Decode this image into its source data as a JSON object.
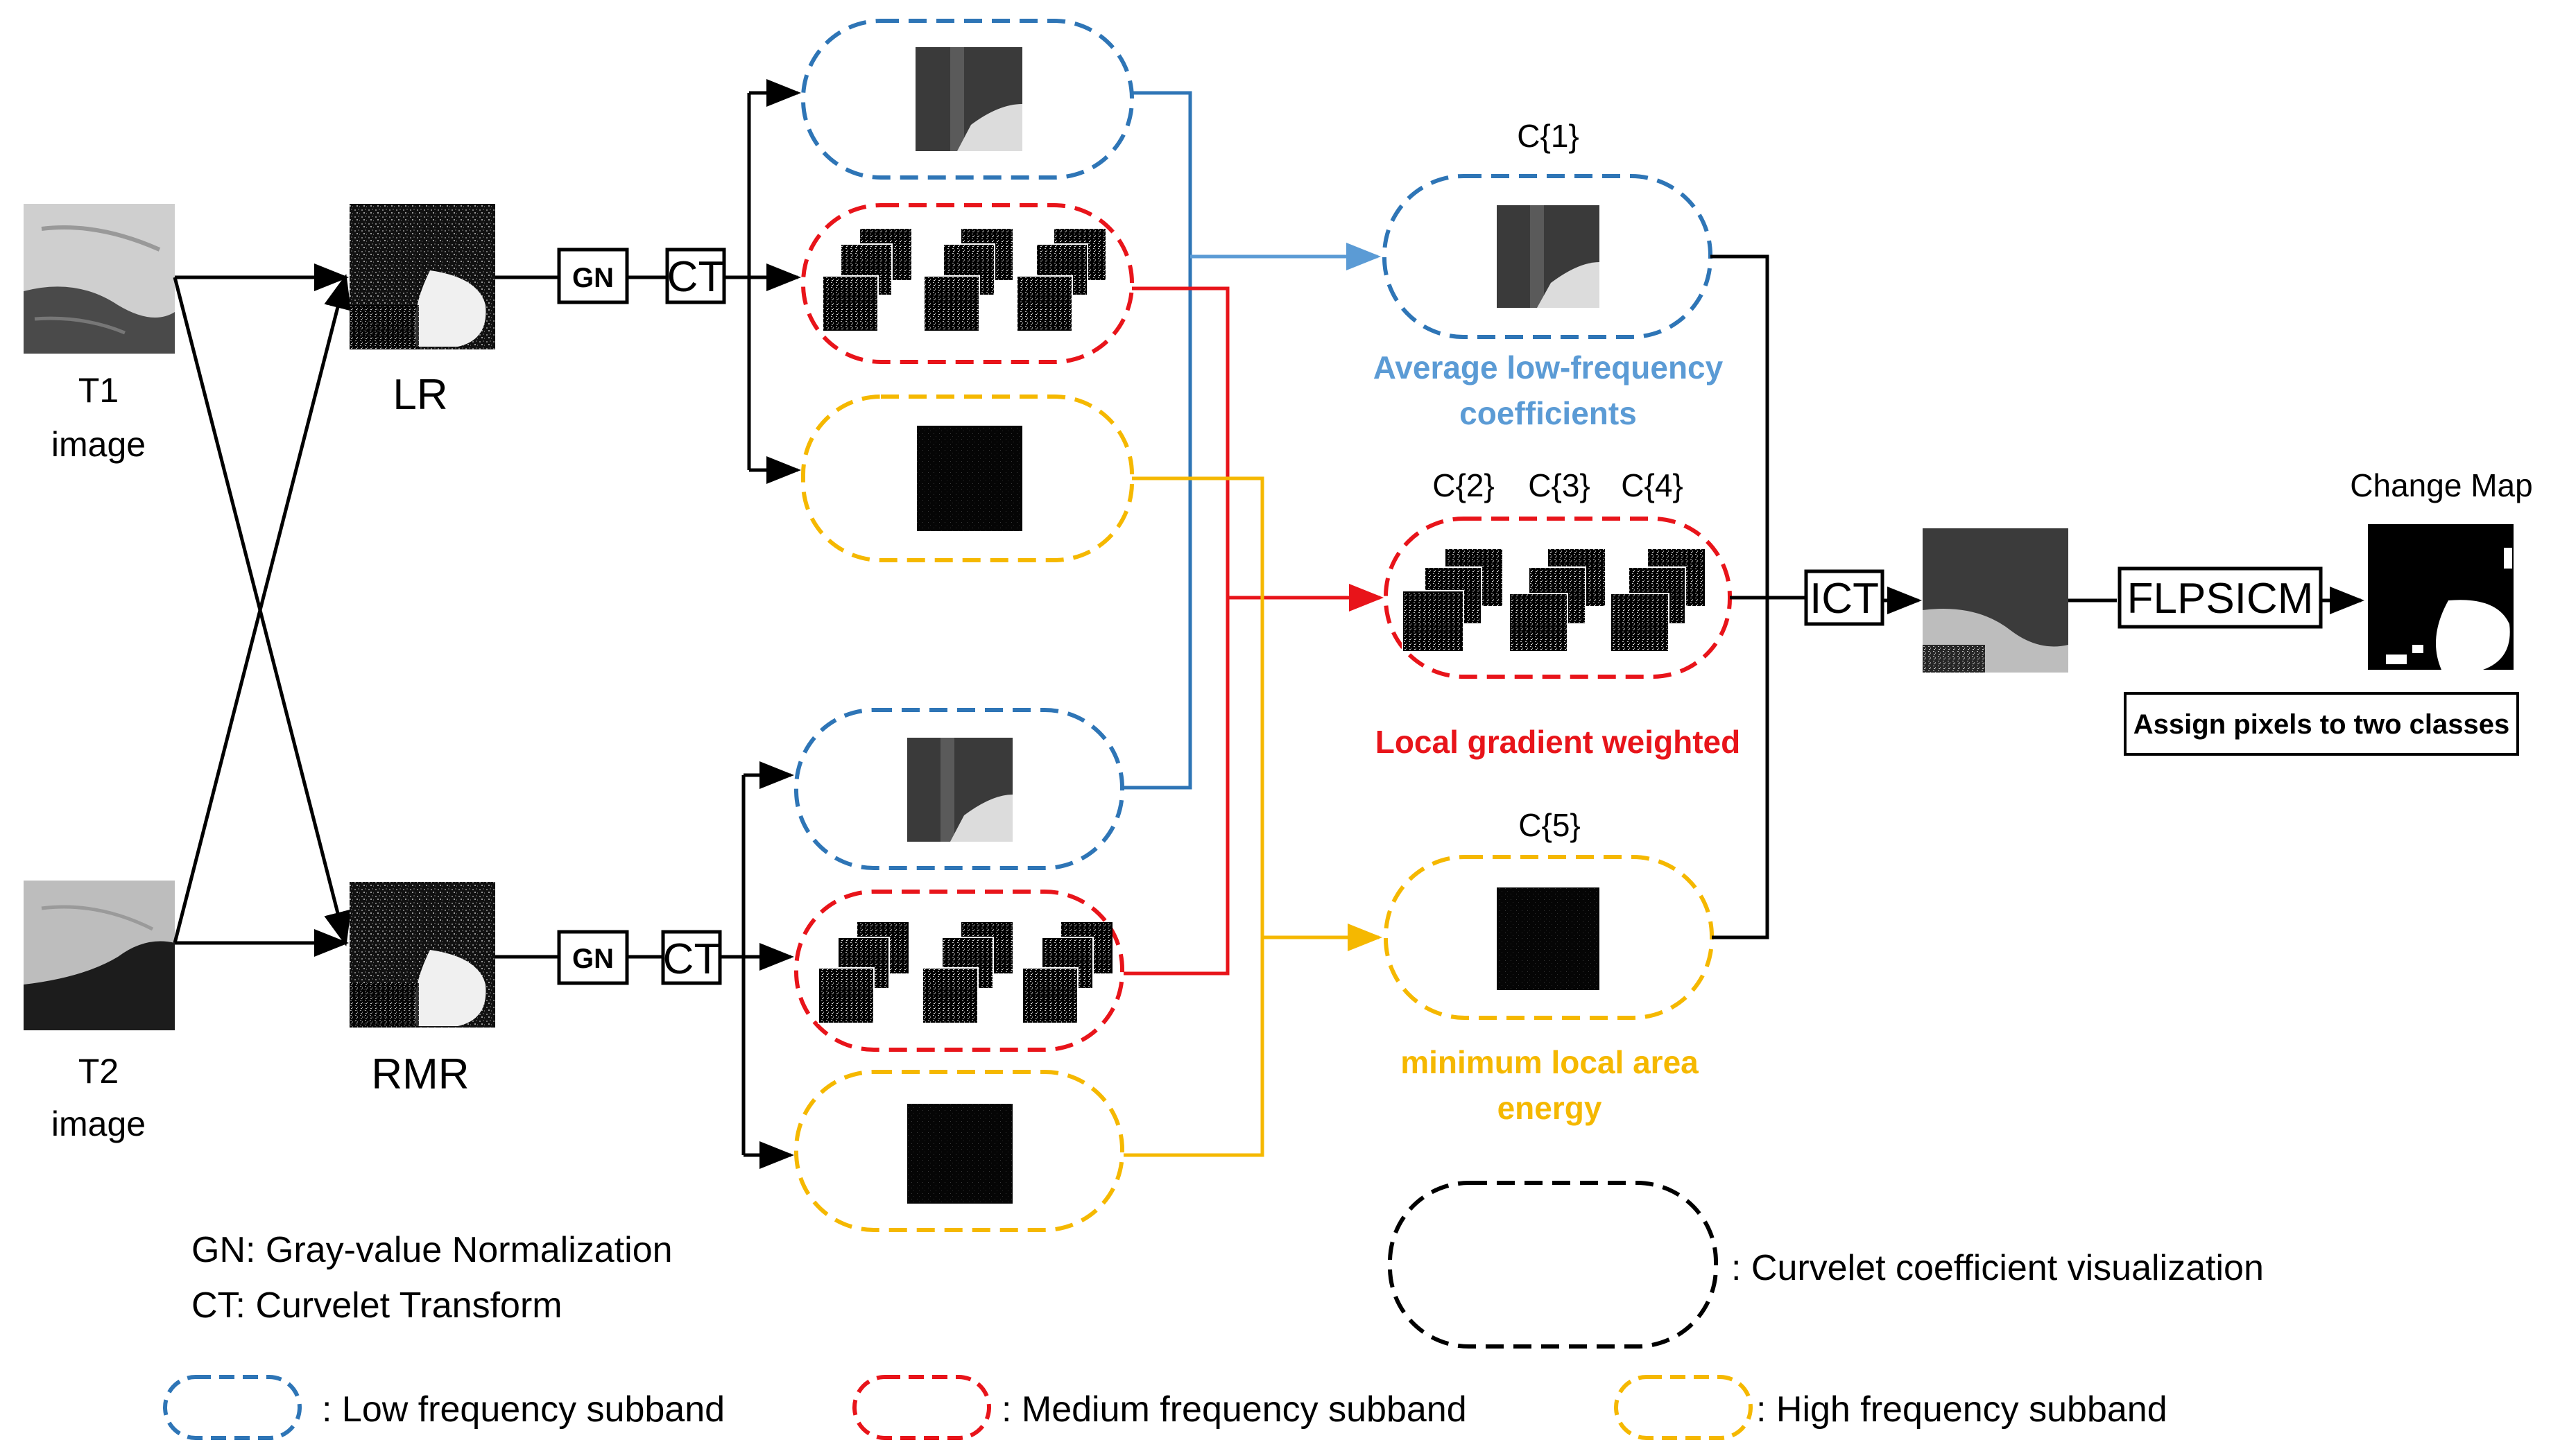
{
  "labels": {
    "t1": [
      "T1",
      "image"
    ],
    "t2": [
      "T2",
      "image"
    ],
    "lr": "LR",
    "rmr": "RMR",
    "gn": "GN",
    "ct": "CT",
    "ict": "ICT",
    "flpsicm": "FLPSICM",
    "change_map": "Change Map",
    "assign": "Assign pixels to two classes",
    "c1": "C{1}",
    "c2": "C{2}",
    "c3": "C{3}",
    "c4": "C{4}",
    "c5": "C{5}",
    "avg_low": [
      "Average low-frequency",
      "coefficients"
    ],
    "local_grad": "Local gradient weighted",
    "min_energy": [
      "minimum local area",
      "energy"
    ]
  },
  "legend": {
    "gn_def": "GN: Gray-value Normalization",
    "ct_def": "CT: Curvelet Transform",
    "curvelet_vis": ": Curvelet coefficient visualization",
    "low": ": Low frequency subband",
    "medium": ": Medium frequency subband",
    "high": ": High frequency subband"
  },
  "colors": {
    "low": "#2E75B6",
    "low_arrow": "#5B9BD5",
    "medium": "#E8141A",
    "high": "#F5B800",
    "avg_text": "#5B9BD5",
    "grad_text": "#E8141A",
    "energy_text": "#F5B800"
  }
}
